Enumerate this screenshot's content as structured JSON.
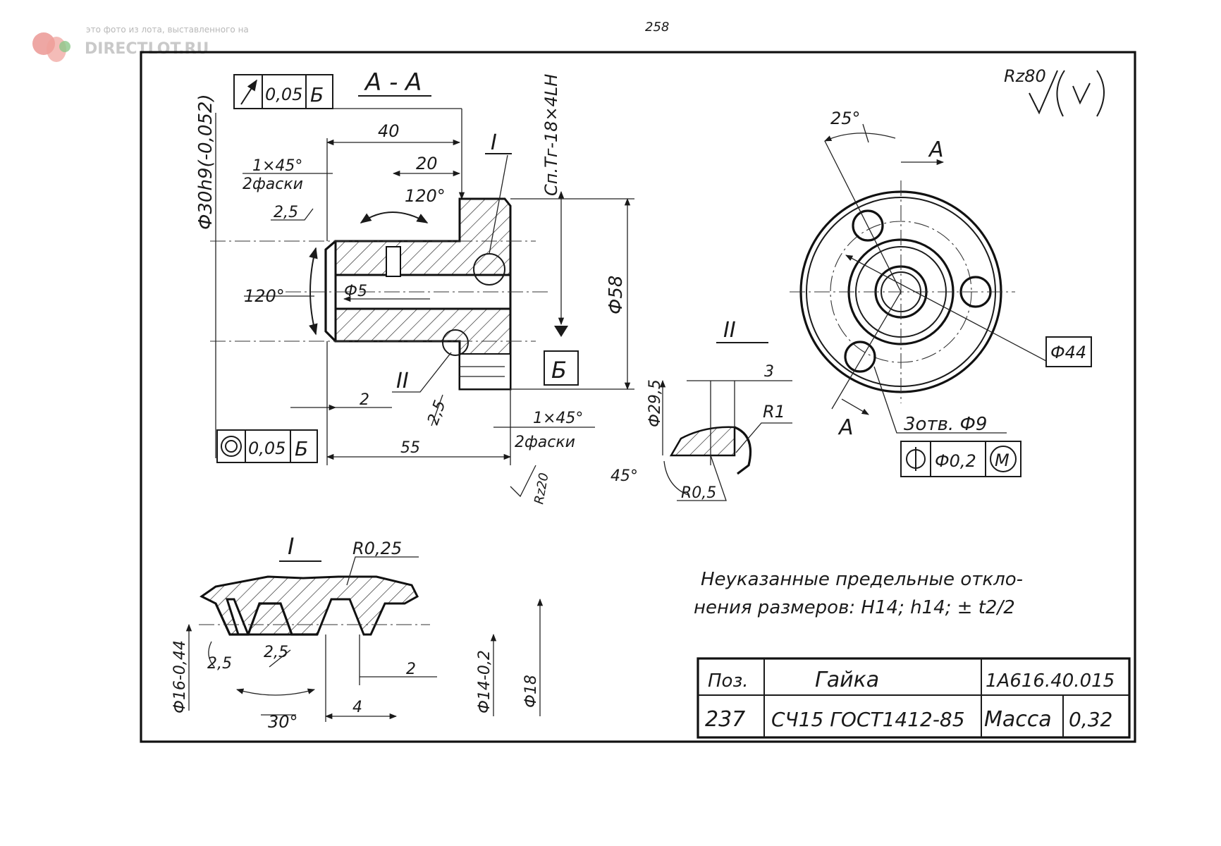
{
  "page_number": "258",
  "watermark": {
    "caption": "это фото из лота, выставленного на",
    "site": "DIRECTLOT.RU"
  },
  "surface_finish": {
    "general": "Rz80",
    "local": "Rz20"
  },
  "section_label": "А - А",
  "callouts": {
    "detail1": "I",
    "detail2": "II"
  },
  "datum": "Б",
  "feature_frames": {
    "runout": {
      "value": "0,05",
      "datum": "Б"
    },
    "coaxiality": {
      "value": "0,05",
      "datum": "Б"
    },
    "position": {
      "value": "Ф0,2",
      "modifier": "M"
    }
  },
  "dimensions": {
    "d30": "Ф30h9(-0,052)",
    "thread": "Сп.Тг-18×4LН",
    "l40": "40",
    "l20": "20",
    "ch1": "1×45°",
    "ch1b": "2фаски",
    "a120_top": "120°",
    "r25": "2,5",
    "a120_left": "120°",
    "d5": "Ф5",
    "d58": "Ф58",
    "l2": "2",
    "r25b": "2,5",
    "ch2": "1×45°",
    "ch2b": "2фаски",
    "l55": "55",
    "a25": "25°",
    "view_a1": "А",
    "view_a2": "А",
    "d44": "Ф44",
    "holes": "3отв. Ф9",
    "d295": "Ф29,5",
    "w3": "3",
    "r1": "R1",
    "a45": "45°",
    "r05": "R0,5",
    "r025": "R0,25",
    "p25a": "2,5",
    "p25b": "2,5",
    "p2": "2",
    "d16": "Ф16-0,44",
    "d14": "Ф14-0,2",
    "d18": "Ф18",
    "p4": "4",
    "a30": "30°"
  },
  "notes": {
    "line1": "Неуказанные предельные откло-",
    "line2": "нения размеров: Н14; h14; ± t2/2"
  },
  "title_block": {
    "pos_label": "Поз.",
    "pos_value": "237",
    "name": "Гайка",
    "material": "СЧ15 ГОСТ1412-85",
    "code": "1А616.40.015",
    "mass_label": "Масса",
    "mass_value": "0,32"
  }
}
